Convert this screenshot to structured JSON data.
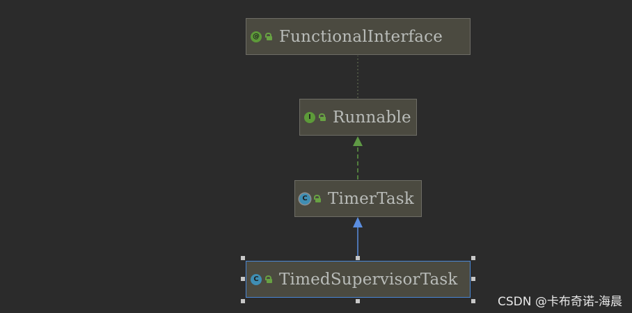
{
  "nodes": {
    "functional_interface": {
      "kind": "annotation",
      "kind_glyph": "@",
      "label": "FunctionalInterface",
      "icon": "annotation-type-icon"
    },
    "runnable": {
      "kind": "interface",
      "kind_glyph": "I",
      "label": "Runnable",
      "icon": "interface-icon"
    },
    "timer_task": {
      "kind": "abstract-class",
      "kind_glyph": "C",
      "label": "TimerTask",
      "icon": "abstract-class-icon"
    },
    "timed_supervisor_task": {
      "kind": "class",
      "kind_glyph": "C",
      "label": "TimedSupervisorTask",
      "icon": "class-icon",
      "selected": true
    }
  },
  "edges": [
    {
      "from": "runnable",
      "to": "functional_interface",
      "relation": "annotated-by",
      "style": "dotted",
      "color": "#6b7a5a"
    },
    {
      "from": "timer_task",
      "to": "runnable",
      "relation": "implements",
      "style": "dashed",
      "color": "#5f9a45"
    },
    {
      "from": "timed_supervisor_task",
      "to": "timer_task",
      "relation": "extends",
      "style": "solid",
      "color": "#5b8ee0"
    }
  ],
  "colors": {
    "background": "#2b2b2b",
    "node_fill": "#4b4a40",
    "node_border": "#6e6d66",
    "selected_border": "#4a87d6",
    "label_text": "#b9bcb9"
  },
  "watermark": "CSDN @卡布奇诺-海晨"
}
